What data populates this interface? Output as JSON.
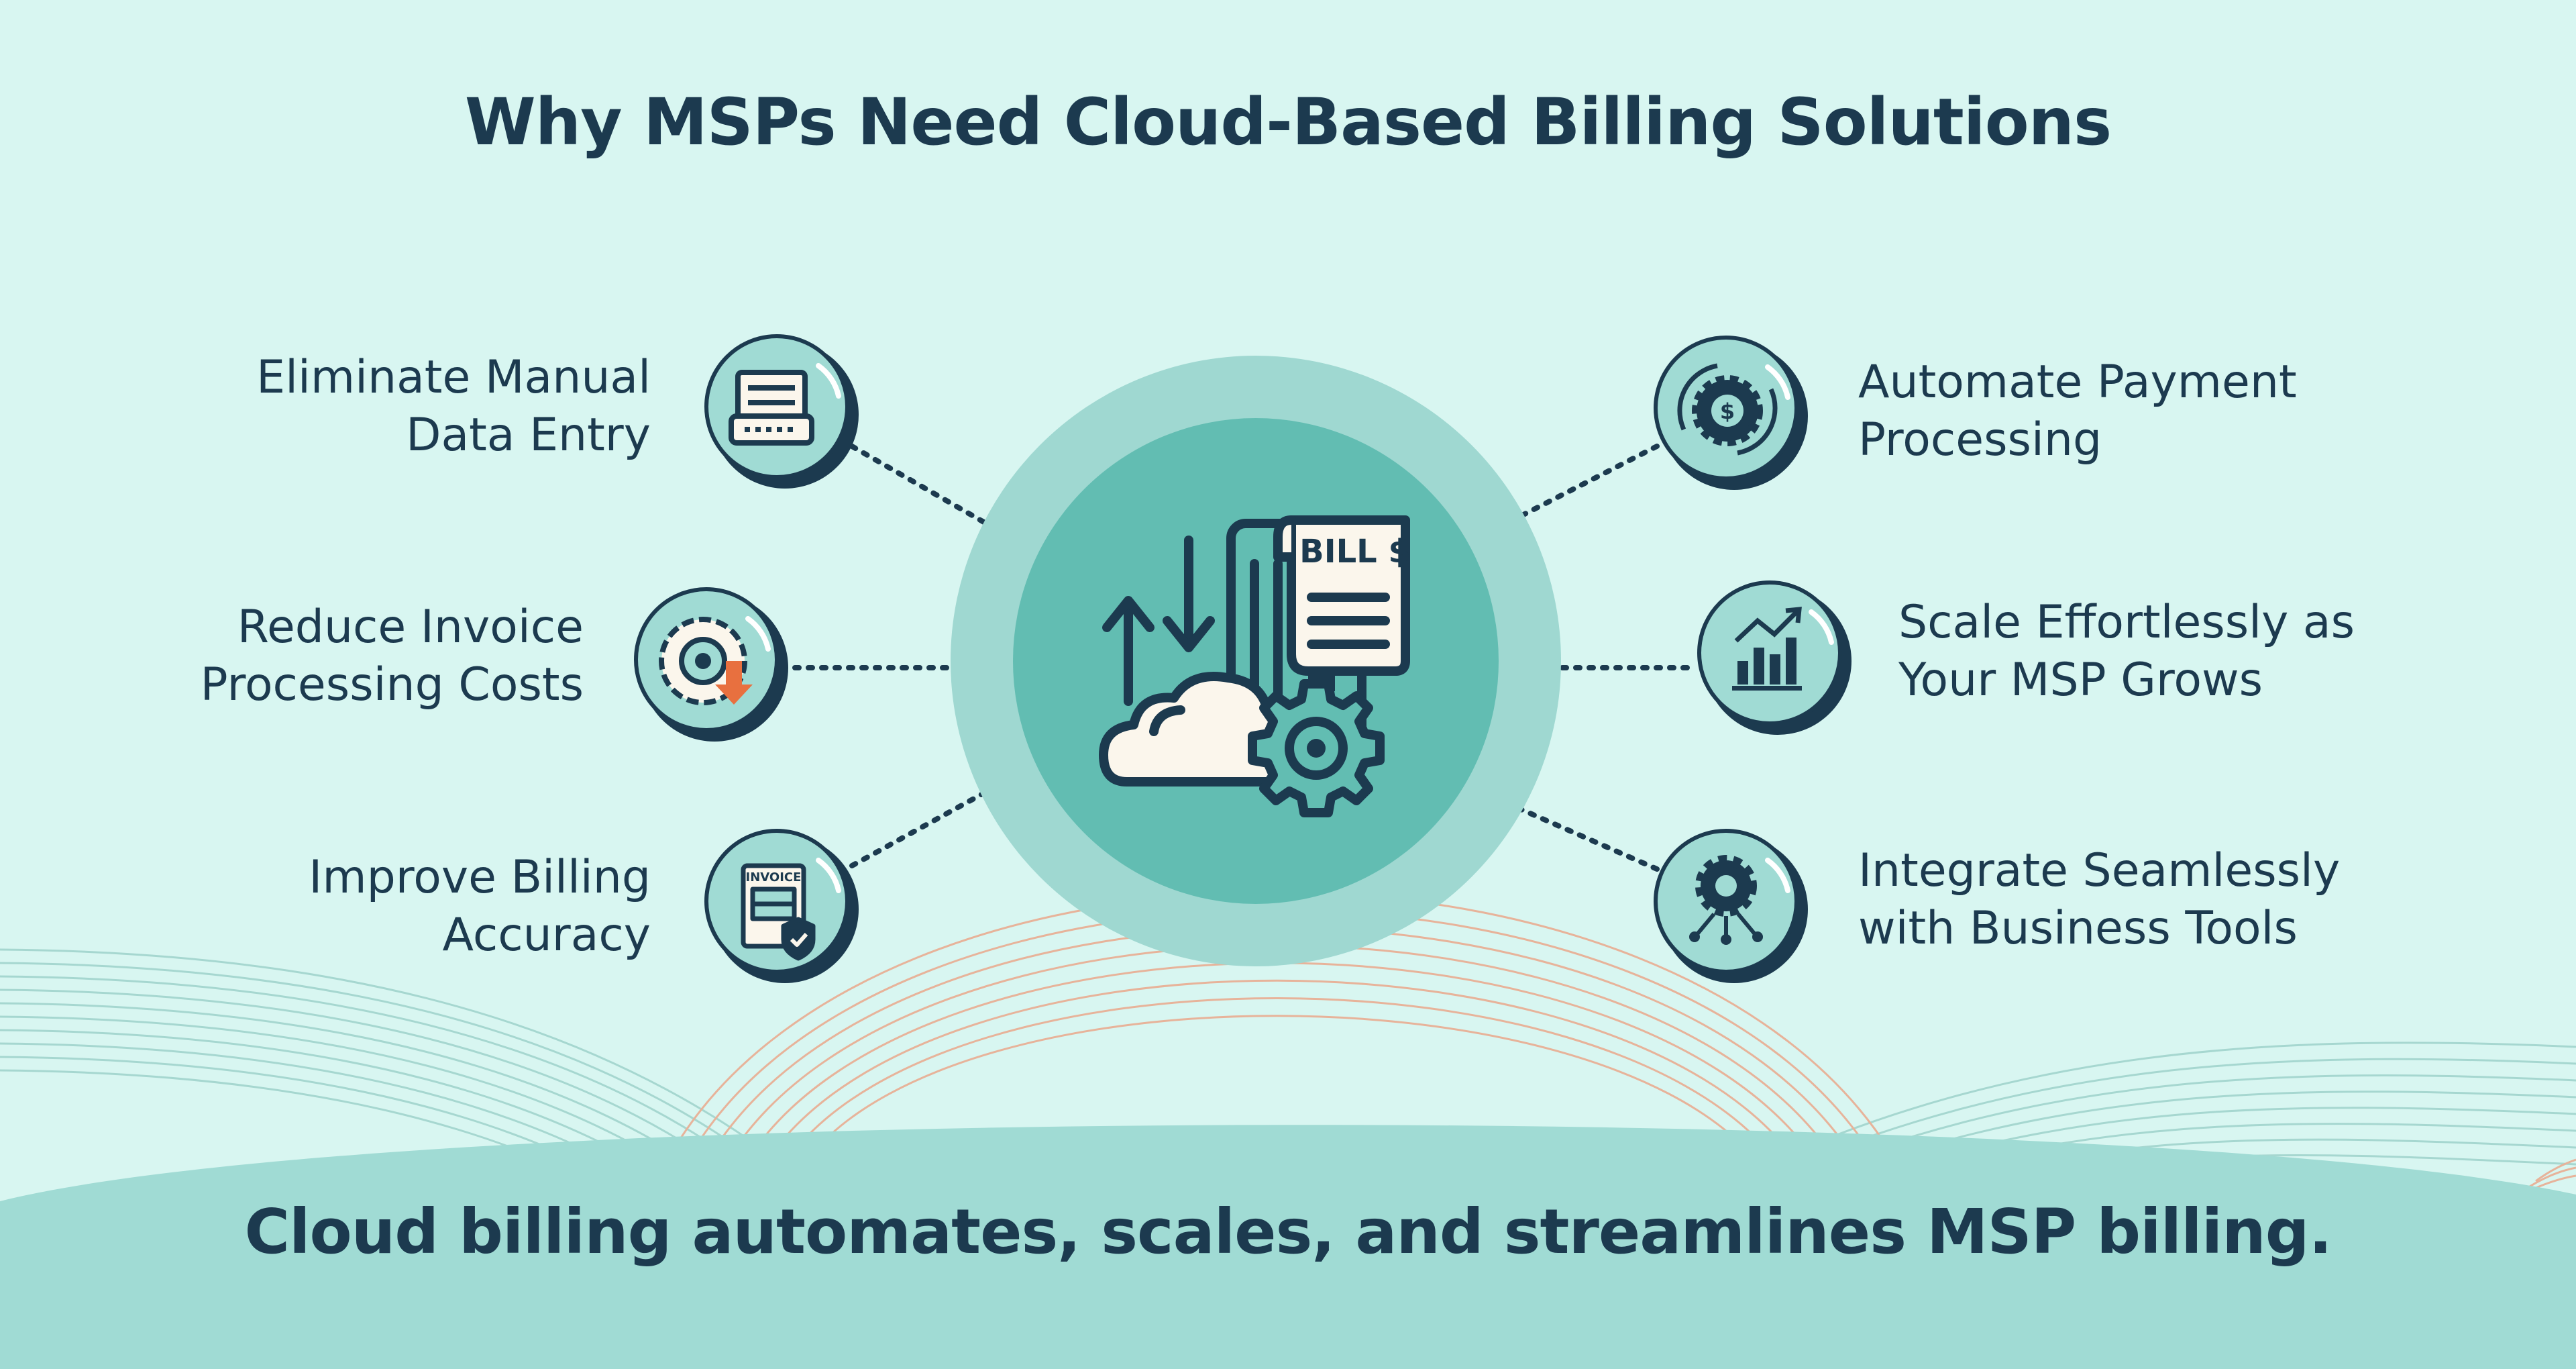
{
  "title": "Why MSPs Need Cloud-Based Billing Solutions",
  "footer": "Cloud billing automates, scales, and streamlines MSP billing.",
  "benefits": {
    "manual_entry": {
      "line1": "Eliminate Manual",
      "line2": "Data Entry",
      "icon": "keyboard-document-icon"
    },
    "invoice_costs": {
      "line1": "Reduce Invoice",
      "line2": "Processing Costs",
      "icon": "gear-down-arrow-icon"
    },
    "accuracy": {
      "line1": "Improve Billing",
      "line2": "Accuracy",
      "icon": "invoice-shield-icon"
    },
    "payment": {
      "line1": "Automate Payment",
      "line2": "Processing",
      "icon": "dollar-gear-icon"
    },
    "scale": {
      "line1": "Scale Effortlessly as",
      "line2": "Your MSP Grows",
      "icon": "bar-chart-up-icon"
    },
    "integrate": {
      "line1": "Integrate Seamlessly",
      "line2": "with Business Tools",
      "icon": "gear-network-icon"
    }
  },
  "center": {
    "icon": "cloud-bill-gear-icon",
    "bill_text": "BILL $"
  },
  "invoice_icon_text": "INVOICE",
  "colors": {
    "background": "#d8f6f1",
    "navy": "#1c3a4f",
    "teal_dark": "#62bdb2",
    "teal_light": "#a0dbd4",
    "teal_ring": "#9fd8d1",
    "orange": "#e8703f",
    "cream": "#fbf6ec"
  }
}
